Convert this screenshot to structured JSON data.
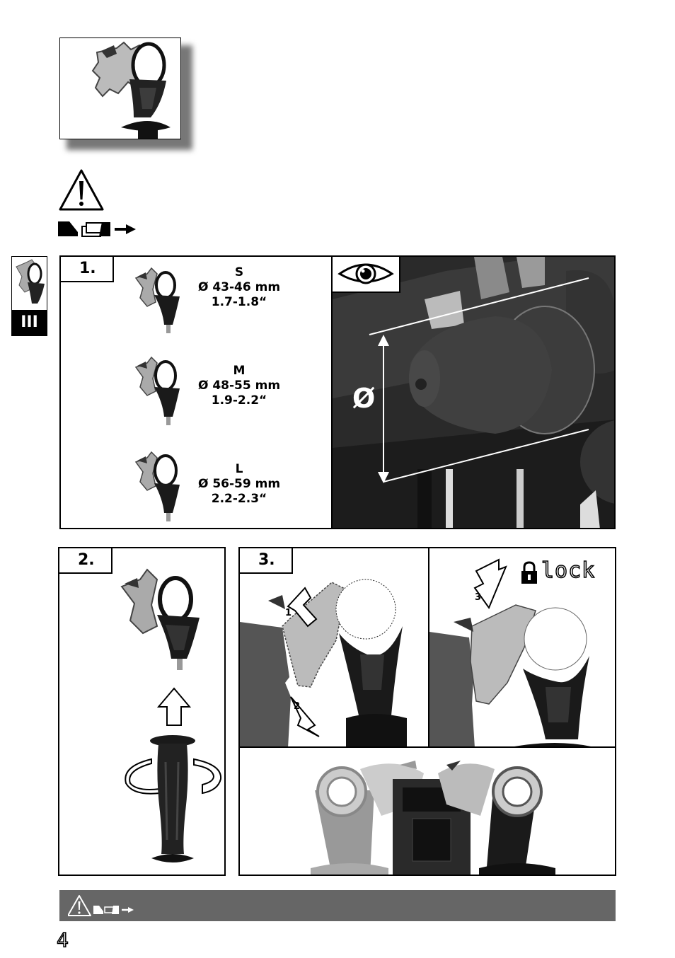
{
  "section_badge": "III",
  "step1": {
    "label": "1.",
    "sizes": [
      {
        "size": "S",
        "metric": "Ø 43-46 mm",
        "inch": "1.7-1.8“"
      },
      {
        "size": "M",
        "metric": "Ø 48-55 mm",
        "inch": "1.9-2.2“"
      },
      {
        "size": "L",
        "metric": "Ø 56-59 mm",
        "inch": "2.2-2.3“"
      }
    ],
    "diameter_symbol": "Ø"
  },
  "step2": {
    "label": "2."
  },
  "step3": {
    "label": "3.",
    "arrow1": "1",
    "arrow2": "2",
    "arrow3": "3",
    "lock_text": "lock"
  },
  "page_number": "4"
}
